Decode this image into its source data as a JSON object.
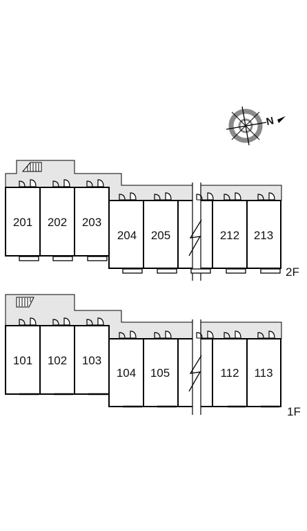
{
  "compass": {
    "north_label": "N"
  },
  "floors": [
    {
      "label": "2F",
      "rooms": [
        "201",
        "202",
        "203",
        "204",
        "205",
        "212",
        "213"
      ]
    },
    {
      "label": "1F",
      "rooms": [
        "101",
        "102",
        "103",
        "104",
        "105",
        "112",
        "113"
      ]
    }
  ],
  "colors": {
    "corridor": "#e6e6e6",
    "wall": "#000000",
    "compass_ring": "#8a8a8a"
  },
  "icons": [
    "staircase-icon",
    "door-icon",
    "window-icon",
    "compass-icon",
    "break-line-icon"
  ]
}
